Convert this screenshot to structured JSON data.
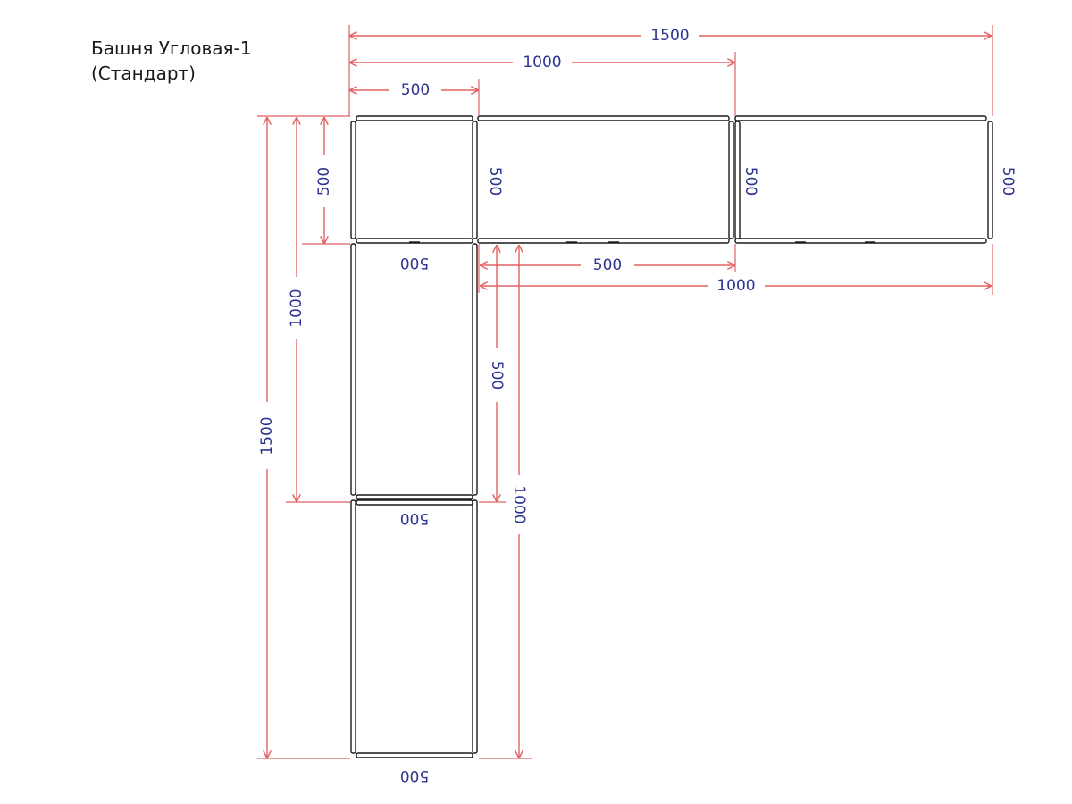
{
  "title": {
    "line1": "Башня Угловая-1",
    "line2": "(Стандарт)"
  },
  "colors": {
    "dimension_line": "#e06060",
    "dimension_text": "#2c3392",
    "panel_stroke": "#1a1a1a",
    "panel_fill": "#ffffff",
    "background": "#ffffff"
  },
  "dimensions": {
    "top_1500": "1500",
    "top_1000": "1000",
    "top_500": "500",
    "left_500": "500",
    "left_1000": "1000",
    "left_1500": "1500",
    "module1_depth": "500",
    "module2_depth": "500",
    "module3_depth": "500",
    "module1_width": "500",
    "module4_width": "500",
    "module5_width": "500",
    "inner_h_500": "500",
    "inner_h_1000": "1000",
    "inner_v_500": "500",
    "inner_v_1000": "1000"
  }
}
